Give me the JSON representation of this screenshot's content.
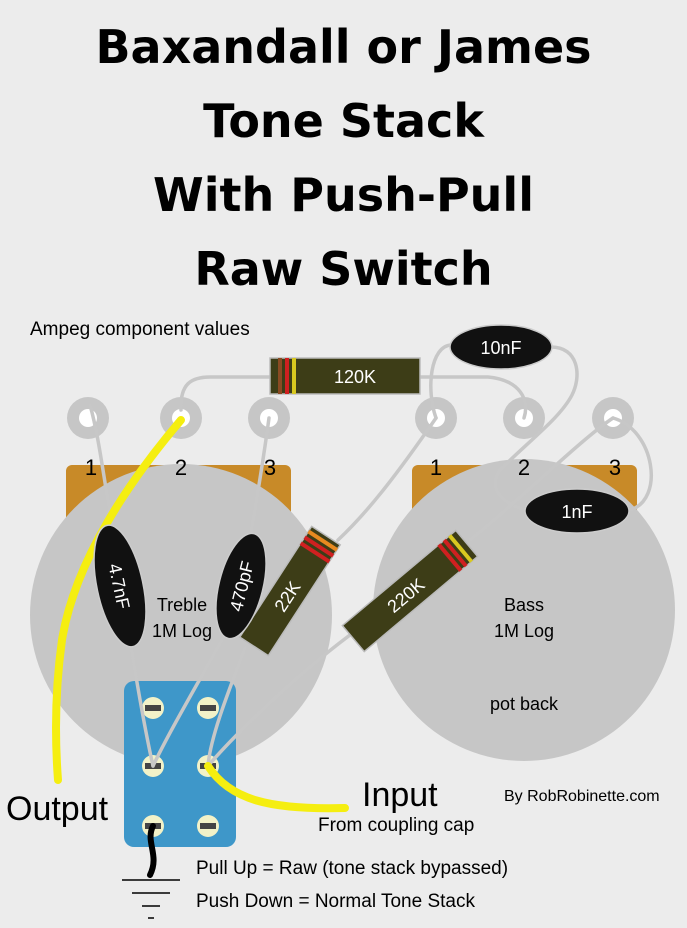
{
  "title": {
    "line1": "Baxandall or James",
    "line2": "Tone Stack",
    "line3": "With Push-Pull",
    "line4": "Raw Switch"
  },
  "subtitle": "Ampeg component values",
  "treble_pot": {
    "lug1": "1",
    "lug2": "2",
    "lug3": "3",
    "name": "Treble",
    "value": "1M Log"
  },
  "bass_pot": {
    "lug1": "1",
    "lug2": "2",
    "lug3": "3",
    "name": "Bass",
    "value": "1M Log",
    "note": "pot back"
  },
  "components": {
    "r_120k": "120K",
    "r_22k": "22K",
    "r_220k": "220K",
    "c_10nf": "10nF",
    "c_1nf": "1nF",
    "c_4_7nf": "4.7nF",
    "c_470pf": "470pF"
  },
  "labels": {
    "output": "Output",
    "input": "Input",
    "input_sub": "From coupling cap",
    "credit": "By RobRobinette.com",
    "pull_up": "Pull Up = Raw (tone stack bypassed)",
    "push_down": "Push Down = Normal Tone Stack"
  },
  "colors": {
    "pot_body": "#c6c6c6",
    "pot_tab": "#c88a28",
    "resistor_body": "#3d3d17",
    "capacitor_body": "#111111",
    "switch_body": "#3e97c9",
    "yellow_wire": "#f5ee10",
    "gray_wire": "#c7c7c7"
  },
  "icons": [
    "ground-icon",
    "solder-lug-icon"
  ]
}
